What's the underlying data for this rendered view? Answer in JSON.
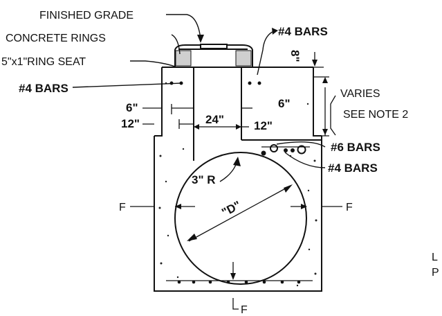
{
  "labels": {
    "finished_grade": "FINISHED GRADE",
    "concrete_rings": "CONCRETE RINGS",
    "ring_seat": "5\"x1\"RING SEAT",
    "bars4_top_right": "#4  BARS",
    "bars4_left": "#4  BARS",
    "dim_8": "8\"",
    "varies": "VARIES",
    "see_note": "SEE NOTE 2",
    "dim_6_left": "6\"",
    "dim_6_right": "6\"",
    "dim_12_left": "12\"",
    "dim_12_right": "12\"",
    "dim_24": "24\"",
    "bars6": "#6  BARS",
    "bars4_right": "#4  BARS",
    "radius_3": "3\" R",
    "diameter": "\"D\"",
    "section_f_left": "F",
    "section_f_right": "F",
    "section_f_bottom": "F",
    "partial_l": "L",
    "partial_p": "P"
  }
}
